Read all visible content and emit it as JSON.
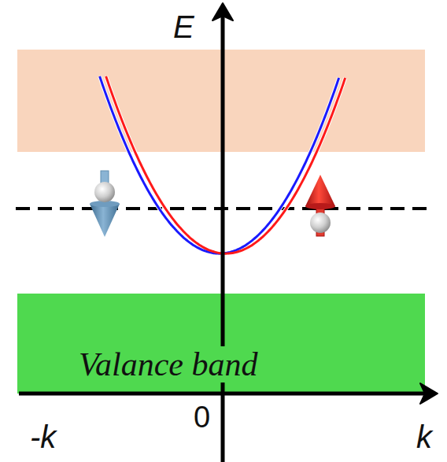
{
  "diagram": {
    "nodes": [
      {
        "text": [
          "Valance band"
        ]
      }
    ],
    "labels": [
      "E",
      "-k",
      "0",
      "k"
    ]
  }
}
